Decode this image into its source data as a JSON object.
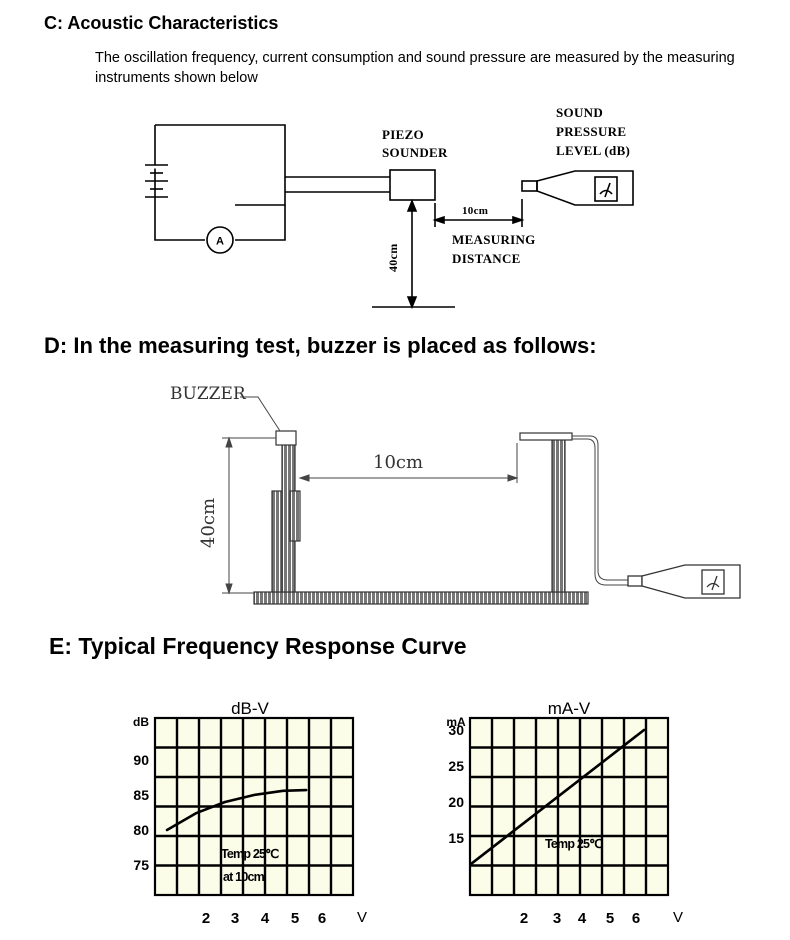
{
  "section_c": {
    "heading": "C: Acoustic Characteristics",
    "description": "The oscillation frequency, current consumption and sound pressure are measured by the measuring instruments shown below",
    "labels": {
      "piezo_line1": "PIEZO",
      "piezo_line2": "SOUNDER",
      "sound_line1": "SOUND",
      "sound_line2": "PRESSURE",
      "sound_line3": "LEVEL (dB)",
      "distance_value": "10cm",
      "measuring_line1": "MEASURING",
      "measuring_line2": "DISTANCE",
      "height_value": "40cm",
      "ammeter": "A"
    }
  },
  "section_d": {
    "heading": "D: In the measuring test, buzzer is placed as follows:",
    "labels": {
      "buzzer": "BUZZER",
      "distance": "10cm",
      "height": "40cm"
    }
  },
  "section_e": {
    "heading": "E: Typical Frequency Response Curve"
  },
  "chart_data": [
    {
      "type": "line",
      "title": "dB-V",
      "ylabel": "dB",
      "xlabel": "V",
      "x_ticks": [
        "2",
        "3",
        "4",
        "5",
        "6"
      ],
      "y_ticks": [
        "90",
        "85",
        "80",
        "75"
      ],
      "annotation_line1": "Temp 25℃",
      "annotation_line2": "at 10cm",
      "grid": true,
      "series": [
        {
          "x": [
            1.0,
            2.0,
            3.0,
            4.0,
            5.0,
            5.8
          ],
          "y": [
            80.0,
            82.4,
            84.0,
            85.0,
            85.6,
            85.7
          ]
        }
      ]
    },
    {
      "type": "line",
      "title": "mA-V",
      "ylabel": "mA",
      "xlabel": "V",
      "x_ticks": [
        "2",
        "3",
        "4",
        "5",
        "6"
      ],
      "y_ticks": [
        "30",
        "25",
        "20",
        "15"
      ],
      "annotation_line1": "Temp 25℃",
      "grid": true,
      "series": [
        {
          "x": [
            0.9,
            6.4
          ],
          "y": [
            11.5,
            30.0
          ]
        }
      ]
    }
  ]
}
